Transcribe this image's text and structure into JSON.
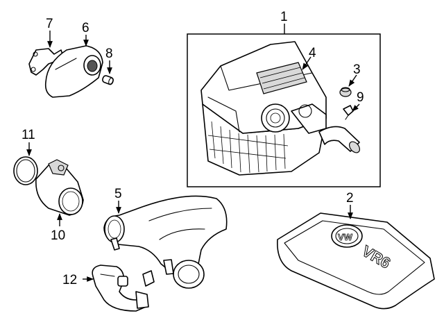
{
  "callouts": {
    "c1": "1",
    "c2": "2",
    "c3": "3",
    "c4": "4",
    "c5": "5",
    "c6": "6",
    "c7": "7",
    "c8": "8",
    "c9": "9",
    "c10": "10",
    "c11": "11",
    "c12": "12"
  },
  "engine_cover": {
    "emblem_text": "VW",
    "model_text": "VR6"
  },
  "colors": {
    "line": "#000000",
    "background": "#ffffff"
  }
}
